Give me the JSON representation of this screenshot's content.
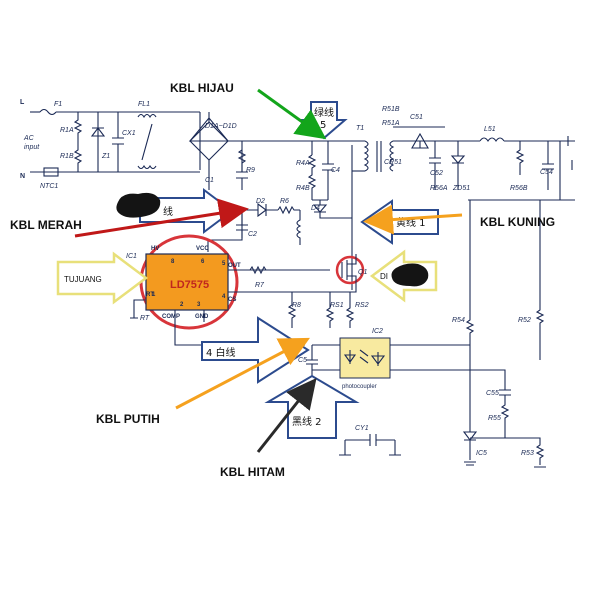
{
  "colors": {
    "wire": "#1b2a55",
    "chip_fill": "#f39a1f",
    "chip_ring": "#d8353a",
    "arrow_green": "#13a51b",
    "arrow_red": "#c01818",
    "arrow_orange": "#f5a11e",
    "arrow_dark": "#2a2a2a",
    "outline_blue": "#2c4b8e",
    "outline_yellow": "#e8e07a",
    "opto_fill": "#f8eaa0"
  },
  "labels": {
    "kbl_hijau": "KBL HIJAU",
    "kbl_merah": "KBL MERAH",
    "kbl_kuning": "KBL KUNING",
    "kbl_putih": "KBL PUTIH",
    "kbl_hitam": "KBL HITAM",
    "tujuang": "TUJUANG",
    "di_text": "DI"
  },
  "wire_tags": {
    "green": "绿线",
    "green_num": "5",
    "red": "线",
    "yellow": "黄线 1",
    "white": "4 白线",
    "black": "黑线 2"
  },
  "components": {
    "ac_input": [
      "AC",
      "input"
    ],
    "L": "L",
    "N": "N",
    "F1": "F1",
    "FL1": "FL1",
    "R1A": "R1A",
    "R1B": "R1B",
    "Z1": "Z1",
    "CX1": "CX1",
    "NTC1": "NTC1",
    "bridge": "D1A~D1D",
    "C1": "C1",
    "R9": "R9",
    "R4A": "R4A",
    "R4B": "R4B",
    "C4": "C4",
    "D4": "D4",
    "T1": "T1",
    "R51B": "R51B",
    "R51A": "R51A",
    "C51": "C51",
    "CR51": "CR51",
    "C52": "C52",
    "R56A": "R56A",
    "ZD51": "ZD51",
    "L51": "L51",
    "R56B": "R56B",
    "C54": "C54",
    "D2": "D2",
    "R6": "R6",
    "C2": "C2",
    "IC1": "IC1",
    "chip": "LD7575",
    "pin_HV": "HV",
    "pin_VCC": "VCC",
    "pin_OUT": "OUT",
    "pin_CS": "CS",
    "pin_GND": "GND",
    "pin_COMP": "COMP",
    "pin_RT": "RT",
    "pin_8": "8",
    "pin_6": "6",
    "pin_5": "5",
    "pin_4": "4",
    "pin_3": "3",
    "pin_2": "2",
    "pin_1": "1",
    "RT": "RT",
    "R7": "R7",
    "Q1": "Q1",
    "R8": "R8",
    "RS1": "RS1",
    "RS2": "RS2",
    "R54": "R54",
    "R52": "R52",
    "IC2": "IC2",
    "photocoupler": "photocoupler",
    "C5": "C5",
    "C55": "C55",
    "R55": "R55",
    "IC5": "IC5",
    "R53": "R53",
    "CY1": "CY1"
  }
}
